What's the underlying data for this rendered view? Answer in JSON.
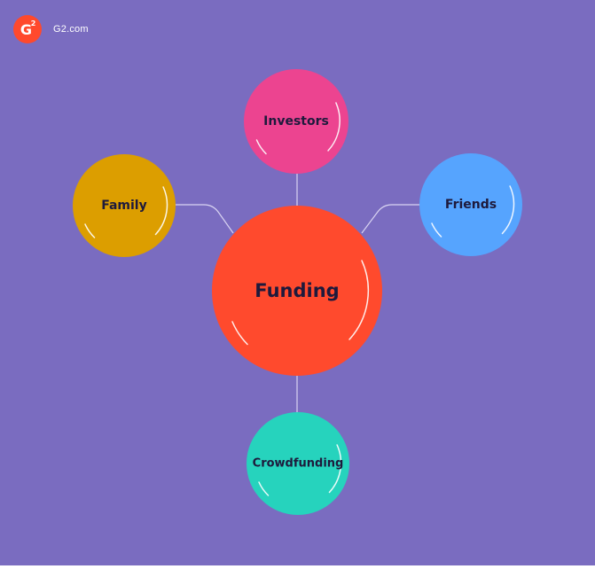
{
  "colors": {
    "background": "#7a6cc0",
    "connector": "#d9d4f2",
    "text": "#1e1a3c",
    "brand": "#ff492c"
  },
  "brand": {
    "logo_icon": "g2-logo-icon",
    "logo_letter": "G",
    "logo_superscript": "2",
    "site": "G2.com"
  },
  "diagram": {
    "center": {
      "label": "Funding",
      "color": "#ff4a2d"
    },
    "nodes": [
      {
        "id": "investors",
        "label": "Investors",
        "color": "#ec4490"
      },
      {
        "id": "family",
        "label": "Family",
        "color": "#dc9e00"
      },
      {
        "id": "friends",
        "label": "Friends",
        "color": "#56a4fe"
      },
      {
        "id": "crowdfunding",
        "label": "Crowdfunding",
        "color": "#26d3bd"
      }
    ]
  }
}
